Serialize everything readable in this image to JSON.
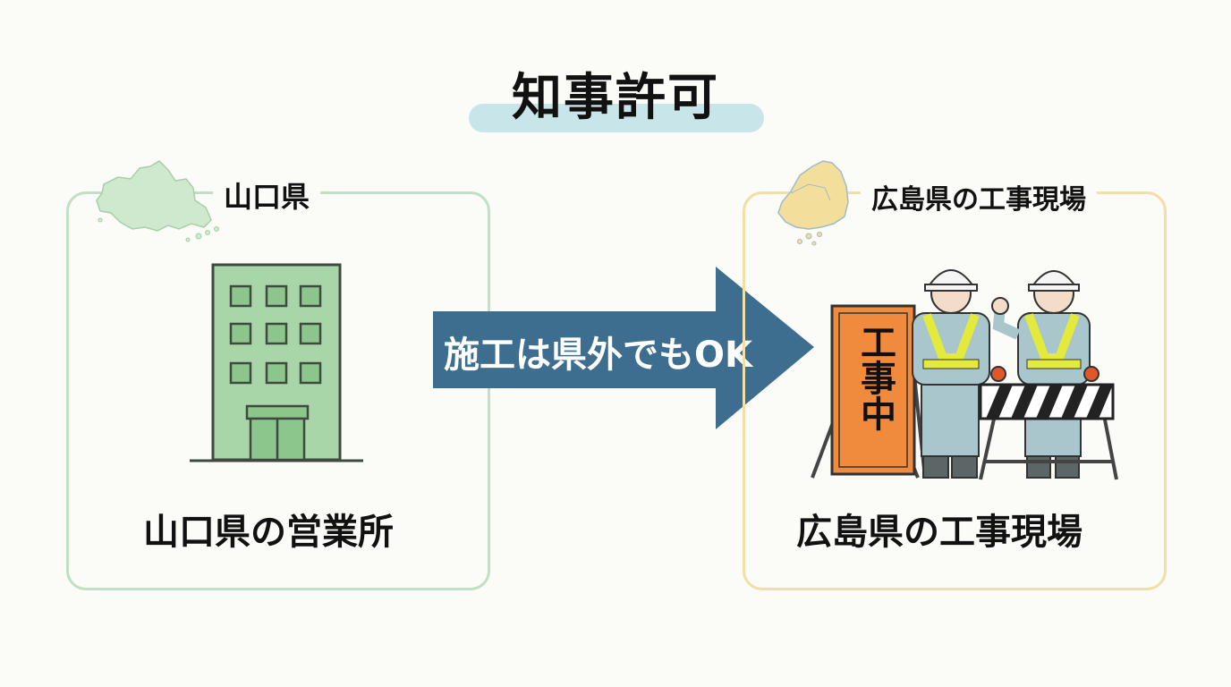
{
  "title": "知事許可",
  "left_panel": {
    "heading": "山口県",
    "caption": "山口県の営業所",
    "map_icon": "yamaguchi-map-icon",
    "illustration": "office-building-icon",
    "accent_color": "#bfe0c2"
  },
  "arrow": {
    "label": "施工は県外でもOK",
    "color": "#3d6e8f"
  },
  "right_panel": {
    "heading": "広島県の工事現場",
    "caption": "広島県の工事現場",
    "map_icon": "hiroshima-map-icon",
    "illustration": "construction-site-icon",
    "sign_text": "工事中",
    "accent_color": "#f2dfa6"
  }
}
